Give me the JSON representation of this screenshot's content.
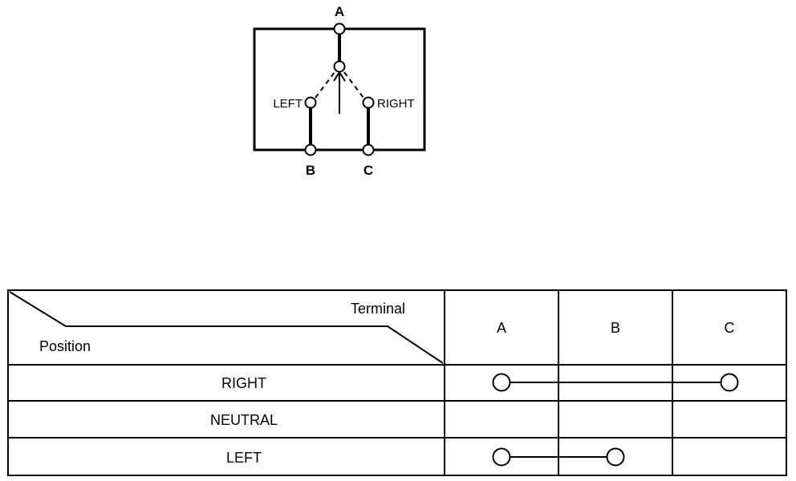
{
  "diagram": {
    "terminal_a": "A",
    "terminal_b": "B",
    "terminal_c": "C",
    "left_label": "LEFT",
    "right_label": "RIGHT"
  },
  "table": {
    "header_terminal": "Terminal",
    "header_position": "Position",
    "columns": [
      "A",
      "B",
      "C"
    ],
    "rows": [
      {
        "label": "RIGHT",
        "connects": [
          "A",
          "C"
        ]
      },
      {
        "label": "NEUTRAL",
        "connects": []
      },
      {
        "label": "LEFT",
        "connects": [
          "A",
          "B"
        ]
      }
    ]
  }
}
